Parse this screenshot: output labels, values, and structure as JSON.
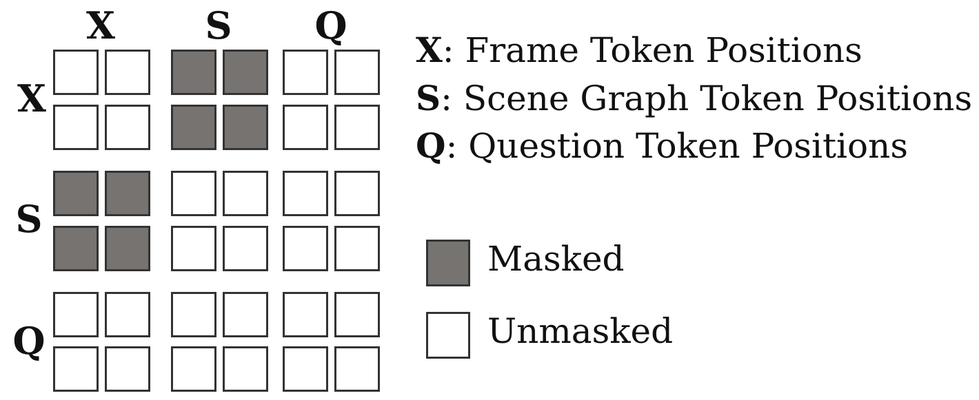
{
  "columns": [
    "X",
    "S",
    "Q"
  ],
  "rows": [
    "X",
    "S",
    "Q"
  ],
  "mask": [
    [
      0,
      0,
      1,
      1,
      0,
      0
    ],
    [
      0,
      0,
      1,
      1,
      0,
      0
    ],
    [
      1,
      1,
      0,
      0,
      0,
      0
    ],
    [
      1,
      1,
      0,
      0,
      0,
      0
    ],
    [
      0,
      0,
      0,
      0,
      0,
      0
    ],
    [
      0,
      0,
      0,
      0,
      0,
      0
    ]
  ],
  "legend": [
    {
      "key": "X",
      "text": ": Frame Token Positions"
    },
    {
      "key": "S",
      "text": ": Scene Graph Token Positions"
    },
    {
      "key": "Q",
      "text": ": Question Token Positions"
    }
  ],
  "mask_legend": {
    "masked_label": "Masked",
    "unmasked_label": "Unmasked",
    "masked_color": "#767371",
    "unmasked_color": "#ffffff"
  }
}
